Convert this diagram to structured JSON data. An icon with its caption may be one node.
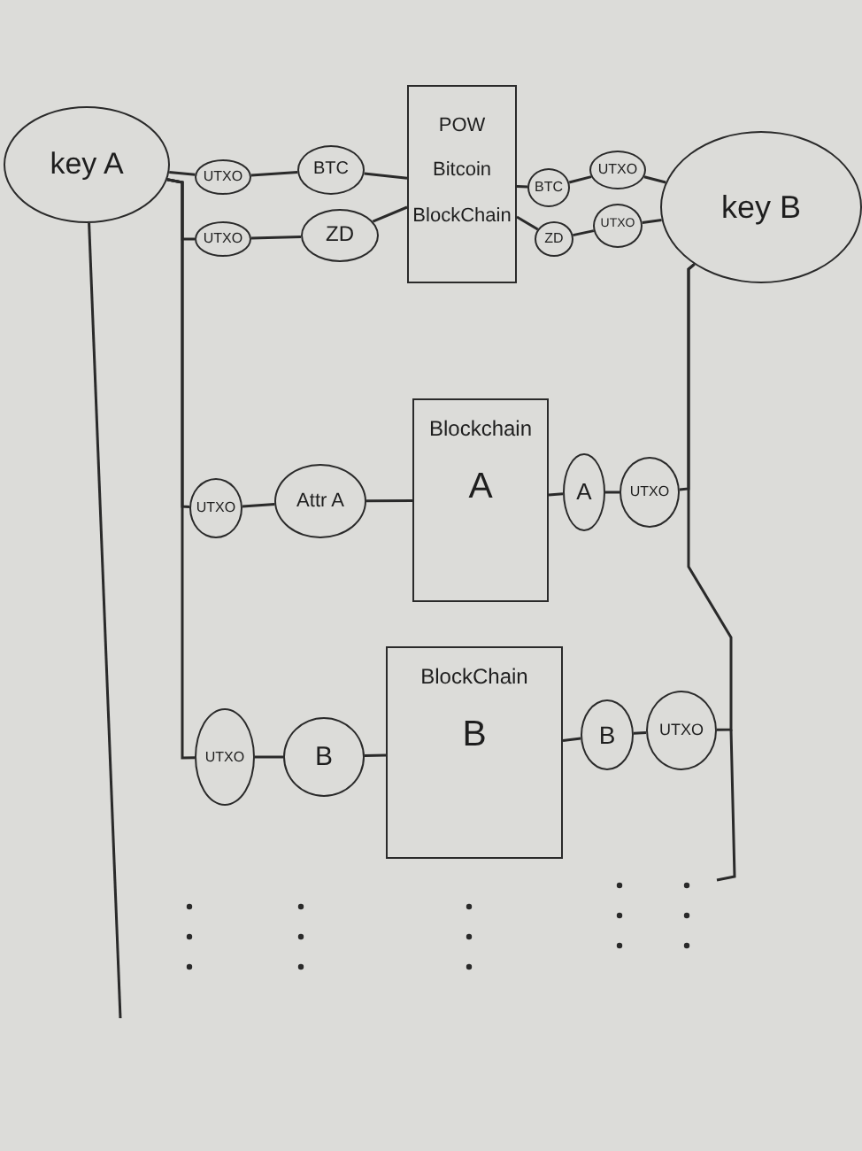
{
  "diagram": {
    "nodes": [
      {
        "text": [
          "key A"
        ]
      },
      {
        "text": [
          "UTXO"
        ]
      },
      {
        "text": [
          "BTC"
        ]
      },
      {
        "text": [
          "POW Bitcoin BlockChain"
        ]
      },
      {
        "text": [
          "BTC"
        ]
      },
      {
        "text": [
          "UTXO"
        ]
      },
      {
        "text": [
          "key B"
        ]
      },
      {
        "text": [
          "UTXO"
        ]
      },
      {
        "text": [
          "ZD"
        ]
      },
      {
        "text": [
          "ZD"
        ]
      },
      {
        "text": [
          "UTXO"
        ]
      },
      {
        "text": [
          "UTXO"
        ]
      },
      {
        "text": [
          "Attr A"
        ]
      },
      {
        "text": [
          "Blockchain",
          "A"
        ]
      },
      {
        "text": [
          "A"
        ]
      },
      {
        "text": [
          "UTXO"
        ]
      },
      {
        "text": [
          "UTXO"
        ]
      },
      {
        "text": [
          "B"
        ]
      },
      {
        "text": [
          "BlockChain",
          "B"
        ]
      },
      {
        "text": [
          "B"
        ]
      },
      {
        "text": [
          "UTXO"
        ]
      }
    ],
    "edges": [
      {
        "from": 0,
        "to": 1,
        "arrow": "none"
      },
      {
        "from": 1,
        "to": 2,
        "arrow": "none"
      },
      {
        "from": 2,
        "to": 3,
        "arrow": "none"
      },
      {
        "from": 3,
        "to": 4,
        "arrow": "none"
      },
      {
        "from": 4,
        "to": 5,
        "arrow": "none"
      },
      {
        "from": 5,
        "to": 6,
        "arrow": "none"
      },
      {
        "from": 0,
        "to": 7,
        "arrow": "none"
      },
      {
        "from": 7,
        "to": 8,
        "arrow": "none"
      },
      {
        "from": 8,
        "to": 3,
        "arrow": "none"
      },
      {
        "from": 3,
        "to": 9,
        "arrow": "none"
      },
      {
        "from": 9,
        "to": 10,
        "arrow": "none"
      },
      {
        "from": 10,
        "to": 6,
        "arrow": "none"
      },
      {
        "from": 0,
        "to": 11,
        "arrow": "none"
      },
      {
        "from": 11,
        "to": 12,
        "arrow": "none"
      },
      {
        "from": 12,
        "to": 13,
        "arrow": "none"
      },
      {
        "from": 13,
        "to": 14,
        "arrow": "none"
      },
      {
        "from": 14,
        "to": 15,
        "arrow": "none"
      },
      {
        "from": 15,
        "to": 6,
        "arrow": "none"
      },
      {
        "from": 0,
        "to": 16,
        "arrow": "none"
      },
      {
        "from": 16,
        "to": 17,
        "arrow": "none"
      },
      {
        "from": 17,
        "to": 18,
        "arrow": "none"
      },
      {
        "from": 18,
        "to": 19,
        "arrow": "none"
      },
      {
        "from": 19,
        "to": 20,
        "arrow": "none"
      },
      {
        "from": 20,
        "to": 6,
        "arrow": "none"
      },
      {
        "from": 0,
        "to": null,
        "arrow": "none"
      }
    ]
  }
}
